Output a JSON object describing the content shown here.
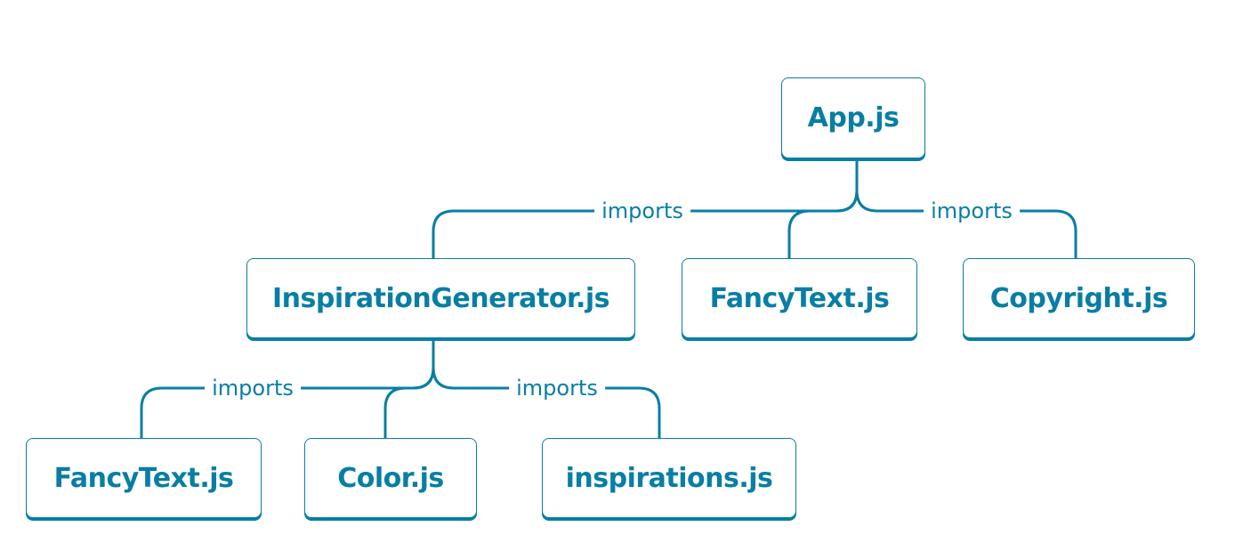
{
  "colors": {
    "accent": "#087ea4",
    "background": "#ffffff"
  },
  "nodes": {
    "app": "App.js",
    "inspiration_generator": "InspirationGenerator.js",
    "fancy_text_top": "FancyText.js",
    "copyright": "Copyright.js",
    "fancy_text_bottom": "FancyText.js",
    "color": "Color.js",
    "inspirations": "inspirations.js"
  },
  "edges": {
    "app_imports_left": "imports",
    "app_imports_right": "imports",
    "inspiration_imports_left": "imports",
    "inspiration_imports_right": "imports"
  }
}
